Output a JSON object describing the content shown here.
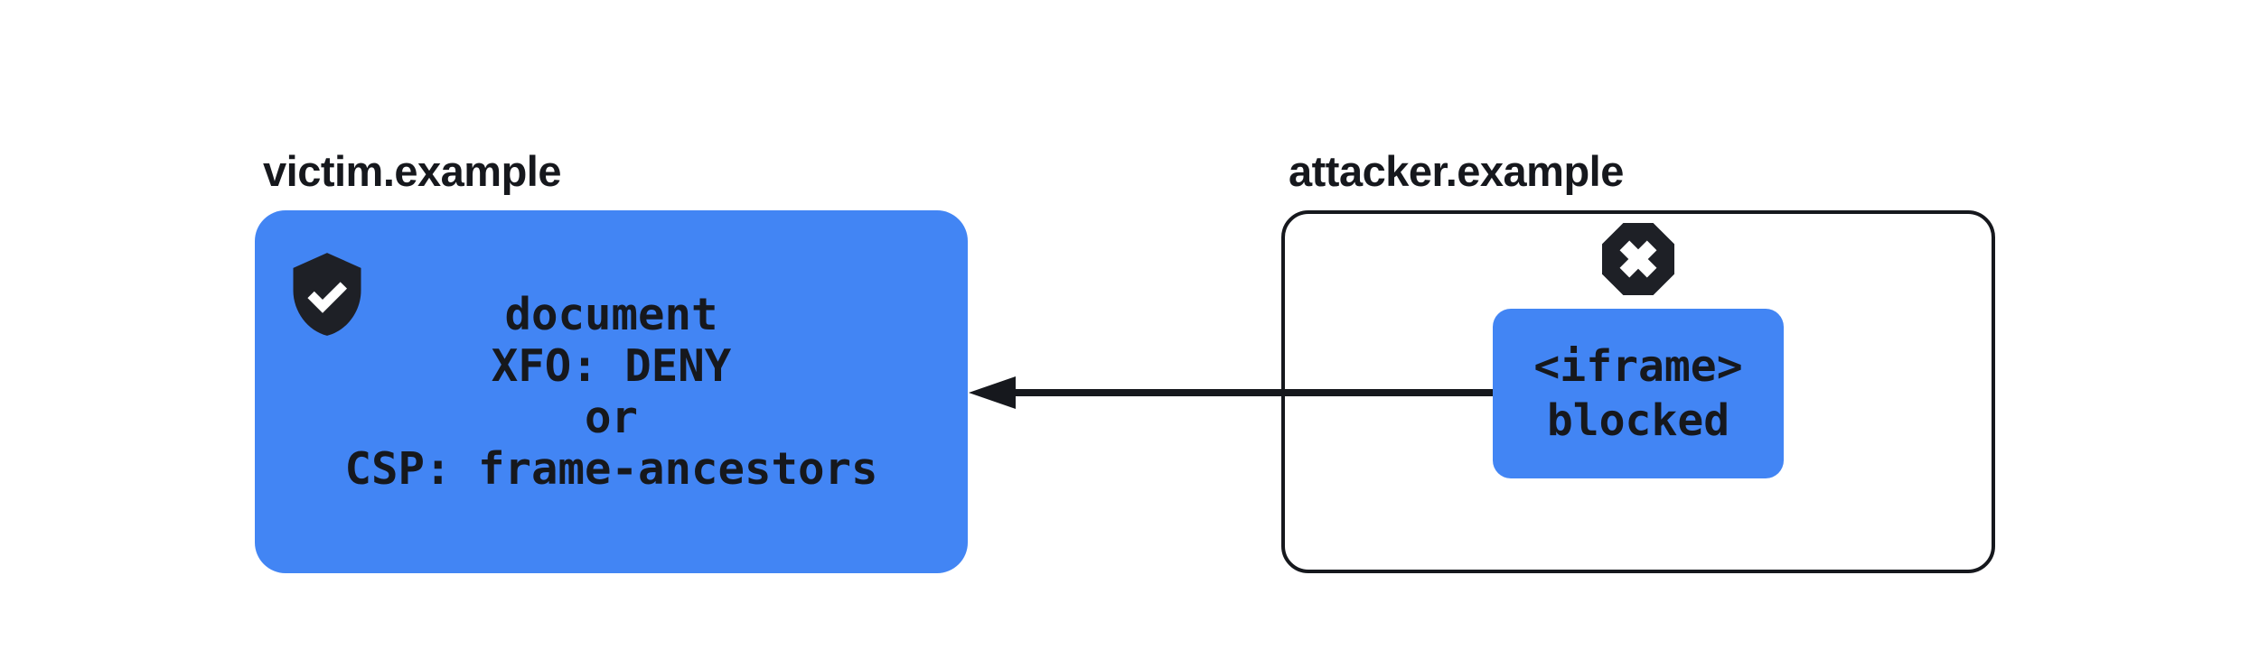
{
  "colors": {
    "blue": "#4285f4",
    "dark": "#16181d",
    "icon_dark": "#1e2026",
    "background": "#ffffff"
  },
  "diagram": {
    "victim": {
      "label": "victim.example",
      "icon": "shield-check-icon",
      "lines": [
        "document",
        "XFO: DENY",
        "or",
        "CSP: frame-ancestors"
      ]
    },
    "attacker": {
      "label": "attacker.example",
      "icon": "blocked-x-icon",
      "iframe": {
        "lines": [
          "<iframe>",
          "blocked"
        ]
      }
    },
    "arrow": {
      "from": "attacker.example",
      "to": "victim.example",
      "direction": "left"
    }
  }
}
